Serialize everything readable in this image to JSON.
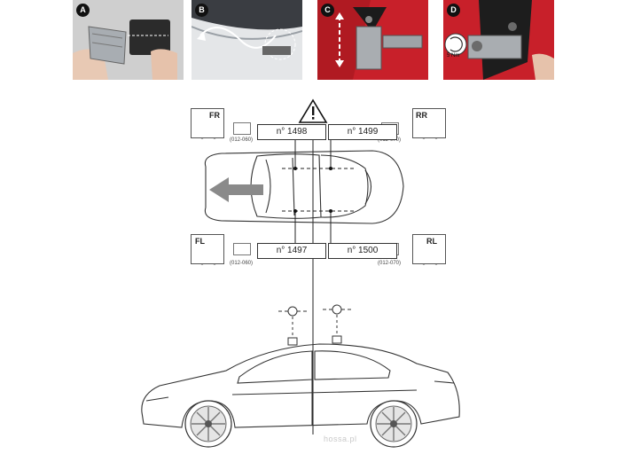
{
  "steps": [
    {
      "label": "A",
      "icon": "bracket-pad-photo"
    },
    {
      "label": "B",
      "icon": "roof-rail-photo"
    },
    {
      "label": "C",
      "icon": "clamp-adjust-photo"
    },
    {
      "label": "D",
      "icon": "torque-tighten-photo"
    }
  ],
  "torque": "5 Nm",
  "warning_icon": "warning-triangle-icon",
  "positions": {
    "fr": {
      "label": "FR",
      "code": "(012-060)",
      "ref": "n° 1498"
    },
    "rr": {
      "label": "RR",
      "code": "(012-070)",
      "ref": "n° 1499"
    },
    "fl": {
      "label": "FL",
      "code": "(012-060)",
      "ref": "n° 1497"
    },
    "rl": {
      "label": "RL",
      "code": "(012-070)",
      "ref": "n° 1500"
    }
  },
  "watermark": "hossa.pl",
  "colors": {
    "badge": "#111111",
    "arrow": "#8a8a8a",
    "photo_red": "#c8202a"
  }
}
